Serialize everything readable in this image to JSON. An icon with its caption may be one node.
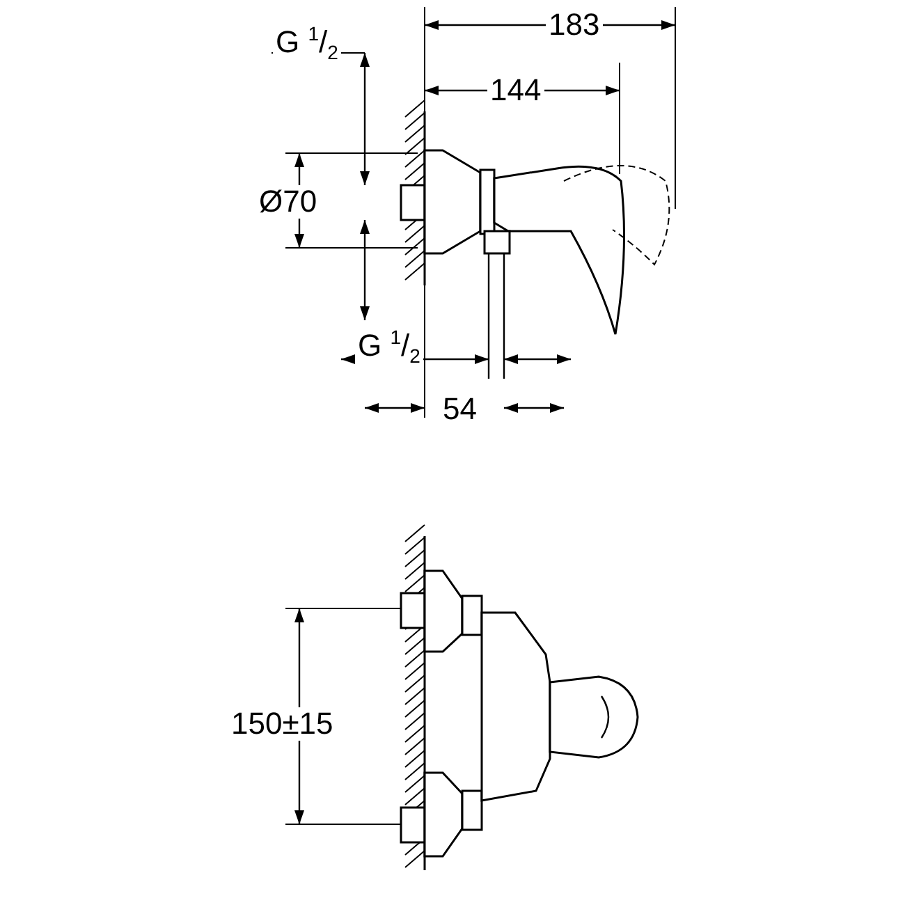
{
  "diagram": {
    "labels": [
      "G $^{1}$/$_{2}$",
      "183",
      "144",
      "Ø70",
      "G $^{1}$/$_{2}$",
      "54",
      "150±15"
    ]
  }
}
